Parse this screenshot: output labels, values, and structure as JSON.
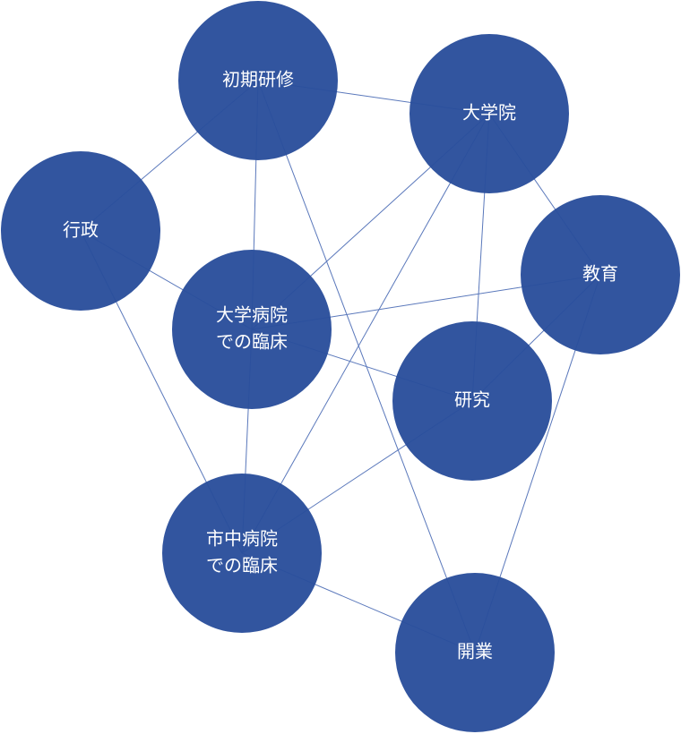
{
  "colors": {
    "node": "#2a4e9b",
    "edge": "#5a78bb"
  },
  "nodes": [
    {
      "id": "shoki",
      "lines": [
        "初期研修"
      ]
    },
    {
      "id": "daigakuin",
      "lines": [
        "大学院"
      ]
    },
    {
      "id": "gyosei",
      "lines": [
        "行政"
      ]
    },
    {
      "id": "kyoiku",
      "lines": [
        "教育"
      ]
    },
    {
      "id": "daigaku",
      "lines": [
        "大学病院",
        "での臨床"
      ]
    },
    {
      "id": "kenkyu",
      "lines": [
        "研究"
      ]
    },
    {
      "id": "shichu",
      "lines": [
        "市中病院",
        "での臨床"
      ]
    },
    {
      "id": "kaigyo",
      "lines": [
        "開業"
      ]
    }
  ],
  "edges": [
    [
      "shoki",
      "daigakuin"
    ],
    [
      "shoki",
      "gyosei"
    ],
    [
      "shoki",
      "daigaku"
    ],
    [
      "shoki",
      "kaigyo"
    ],
    [
      "daigakuin",
      "daigaku"
    ],
    [
      "daigakuin",
      "kenkyu"
    ],
    [
      "daigakuin",
      "shichu"
    ],
    [
      "daigakuin",
      "kyoiku"
    ],
    [
      "gyosei",
      "daigaku"
    ],
    [
      "gyosei",
      "shichu"
    ],
    [
      "kyoiku",
      "daigaku"
    ],
    [
      "kyoiku",
      "kenkyu"
    ],
    [
      "kyoiku",
      "kaigyo"
    ],
    [
      "daigaku",
      "kenkyu"
    ],
    [
      "daigaku",
      "shichu"
    ],
    [
      "kenkyu",
      "shichu"
    ],
    [
      "shichu",
      "kaigyo"
    ]
  ]
}
